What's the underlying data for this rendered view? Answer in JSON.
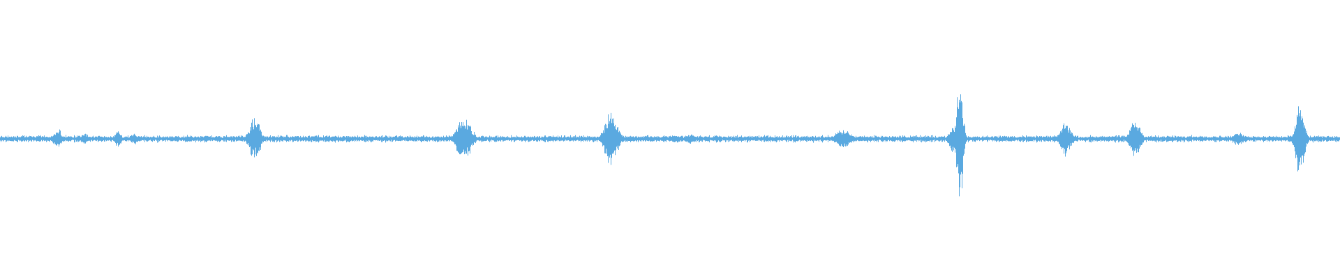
{
  "waveform": {
    "color": "#5aa9e0",
    "background": "#ffffff",
    "baseline_amplitude": 0.02,
    "bursts": [
      {
        "t": 0.043,
        "amp": 0.08,
        "spread": 0.004
      },
      {
        "t": 0.063,
        "amp": 0.05,
        "spread": 0.003
      },
      {
        "t": 0.088,
        "amp": 0.07,
        "spread": 0.003
      },
      {
        "t": 0.1,
        "amp": 0.05,
        "spread": 0.003
      },
      {
        "t": 0.19,
        "amp": 0.18,
        "spread": 0.005
      },
      {
        "t": 0.346,
        "amp": 0.18,
        "spread": 0.007
      },
      {
        "t": 0.456,
        "amp": 0.22,
        "spread": 0.006
      },
      {
        "t": 0.515,
        "amp": 0.04,
        "spread": 0.004
      },
      {
        "t": 0.629,
        "amp": 0.07,
        "spread": 0.008
      },
      {
        "t": 0.711,
        "amp": 0.1,
        "spread": 0.004
      },
      {
        "t": 0.716,
        "amp": 0.5,
        "spread": 0.003
      },
      {
        "t": 0.795,
        "amp": 0.14,
        "spread": 0.005
      },
      {
        "t": 0.847,
        "amp": 0.16,
        "spread": 0.005
      },
      {
        "t": 0.924,
        "amp": 0.05,
        "spread": 0.006
      },
      {
        "t": 0.97,
        "amp": 0.32,
        "spread": 0.004
      }
    ]
  }
}
